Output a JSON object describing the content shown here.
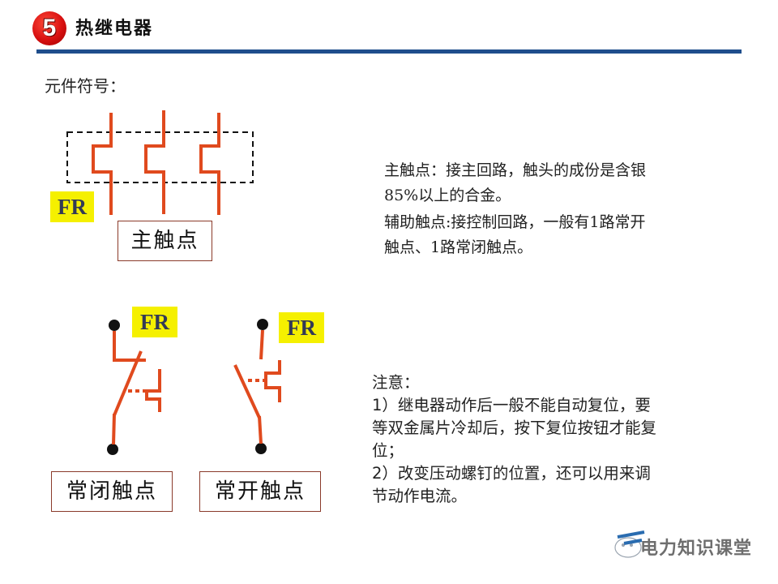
{
  "header": {
    "section_number": "5",
    "title": "热继电器"
  },
  "symbol_label": "元件符号：",
  "main_contact": {
    "tag": "FR",
    "caption": "主触点"
  },
  "nc_contact": {
    "tag": "FR",
    "caption": "常闭触点"
  },
  "no_contact": {
    "tag": "FR",
    "caption": "常开触点"
  },
  "description": {
    "lines": [
      "主触点：接主回路，触头的成份是含银",
      "85%以上的合金。",
      "辅助触点:接控制回路，一般有1路常开",
      "触点、1路常闭触点。"
    ]
  },
  "notes": {
    "heading": "注意：",
    "lines": [
      "1）继电器动作后一般不能自动复位，要",
      "等双金属片冷却后，按下复位按钮才能复",
      "位；",
      "2）改变压动螺钉的位置，还可以用来调",
      "节动作电流。"
    ]
  },
  "watermark": {
    "text": "电力知识课堂",
    "icon": "wechat-logo-icon"
  },
  "colors": {
    "badge_red": "#d81010",
    "rule_blue": "#1f4e8c",
    "symbol_orange": "#e04a1e",
    "tag_yellow": "#f5f000"
  }
}
